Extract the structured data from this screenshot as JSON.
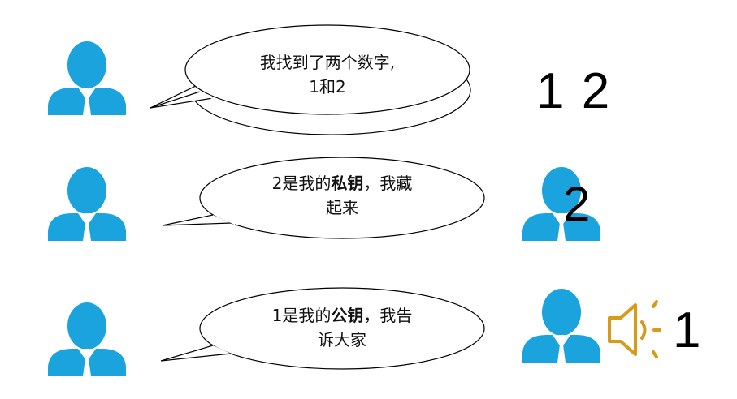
{
  "colors": {
    "person": "#1aa3dc",
    "speaker": "#d99a17",
    "bubble_stroke": "#000000"
  },
  "scene": {
    "row1": {
      "bubble": {
        "line1": "我找到了两个数字,",
        "line2": "1和2"
      },
      "numbers": "1 2"
    },
    "row2": {
      "bubble": {
        "prefix": "2是我的",
        "bold": "私钥",
        "suffix": "，我藏",
        "line2": "起来"
      },
      "hidden_number": "2"
    },
    "row3": {
      "bubble": {
        "prefix": "1是我的",
        "bold": "公钥",
        "suffix": "，我告",
        "line2": "诉大家"
      },
      "announced_number": "1",
      "speaker_icon": "speaker-icon"
    }
  }
}
